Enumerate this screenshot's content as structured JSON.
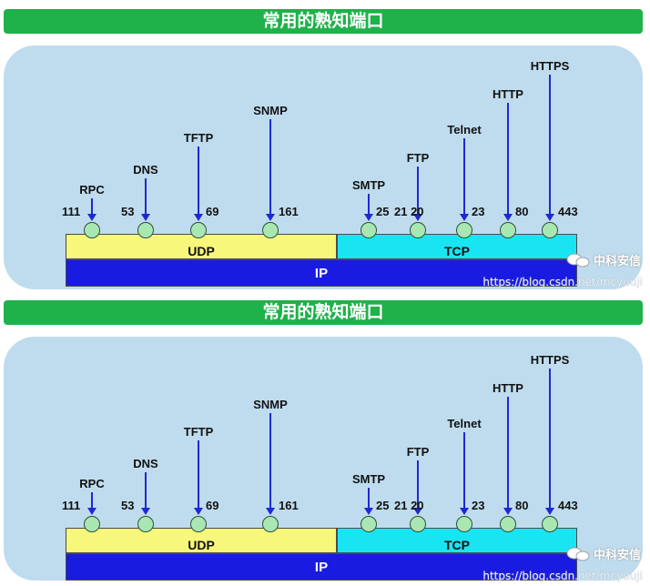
{
  "panels": [
    {
      "title": "常用的熟知端口",
      "layers": {
        "udp": "UDP",
        "tcp": "TCP",
        "ip": "IP"
      },
      "ports": [
        {
          "protocol": "RPC",
          "port": "111"
        },
        {
          "protocol": "DNS",
          "port": "53"
        },
        {
          "protocol": "TFTP",
          "port": "69"
        },
        {
          "protocol": "SNMP",
          "port": "161"
        },
        {
          "protocol": "SMTP",
          "port": "25"
        },
        {
          "protocol": "FTP",
          "port": "21 20"
        },
        {
          "protocol": "Telnet",
          "port": "23"
        },
        {
          "protocol": "HTTP",
          "port": "80"
        },
        {
          "protocol": "HTTPS",
          "port": "443"
        }
      ],
      "watermark_brand": "中科安信",
      "watermark_url": "https://blog.csdn.net/mcyuuji"
    },
    {
      "title": "常用的熟知端口",
      "layers": {
        "udp": "UDP",
        "tcp": "TCP",
        "ip": "IP"
      },
      "ports": [
        {
          "protocol": "RPC",
          "port": "111"
        },
        {
          "protocol": "DNS",
          "port": "53"
        },
        {
          "protocol": "TFTP",
          "port": "69"
        },
        {
          "protocol": "SNMP",
          "port": "161"
        },
        {
          "protocol": "SMTP",
          "port": "25"
        },
        {
          "protocol": "FTP",
          "port": "21 20"
        },
        {
          "protocol": "Telnet",
          "port": "23"
        },
        {
          "protocol": "HTTP",
          "port": "80"
        },
        {
          "protocol": "HTTPS",
          "port": "443"
        }
      ],
      "watermark_brand": "中科安信",
      "watermark_url": "https://blog.csdn.net/mcyuuji"
    }
  ],
  "colors": {
    "title_bar": "#1fb14a",
    "board": "#bfdcee",
    "udp": "#f7f77b",
    "tcp": "#19e5f2",
    "ip": "#1a1be0",
    "arrow": "#1e28d6",
    "node": "#a9e7b2"
  }
}
